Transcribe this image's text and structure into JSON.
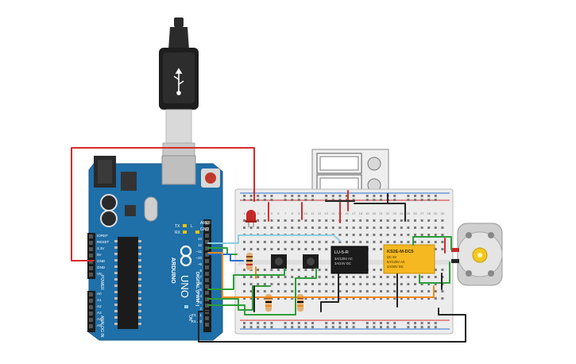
{
  "arduino": {
    "brand": "ARDUINO",
    "model": "UNO",
    "digital_label": "DIGITAL (PWM~)",
    "power_label": "POWER",
    "analog_label": "ANALOG IN",
    "on_label": "ON",
    "tx_label": "TX",
    "rx_label": "RX",
    "l_label": "L",
    "aref_label": "AREF",
    "gnd_label": "GND",
    "power_pins": [
      "IOREF",
      "RESET",
      "3.3V",
      "5V",
      "GND",
      "GND",
      "Vin"
    ],
    "analog_pins": [
      "A0",
      "A1",
      "A2",
      "A3",
      "A4",
      "A5"
    ],
    "digital_pins": [
      "13",
      "12",
      "~11",
      "~10",
      "~9",
      "8",
      "7",
      "~6",
      "~5",
      "4",
      "~3",
      "2",
      "TX→1",
      "RX←0"
    ]
  },
  "relay_lu5r": {
    "title": "LU-5-R",
    "lines": [
      "3A/125V AC",
      "3A/24V DC"
    ]
  },
  "relay_ks2e": {
    "title": "KS2E-M-DC5",
    "lines": [
      "DC 5V",
      "5A/125V AC",
      "2A/30V DC"
    ]
  },
  "breadboard": {
    "column_numbers": [
      "1",
      "2",
      "3",
      "4",
      "5",
      "6",
      "7",
      "8",
      "9",
      "10",
      "11",
      "12",
      "13",
      "14",
      "15",
      "16",
      "17",
      "18",
      "19",
      "20",
      "21",
      "22",
      "23",
      "24",
      "25",
      "26",
      "27",
      "28",
      "29",
      "30"
    ]
  },
  "colors": {
    "board_blue": "#1f6fa8",
    "wire_red": "#d92b2b",
    "wire_green": "#2e9e3a",
    "wire_orange": "#f08a1c",
    "wire_black": "#222222",
    "wire_cyan": "#8ccfe0",
    "relay_yellow": "#f5b820",
    "breadboard": "#ececec"
  }
}
